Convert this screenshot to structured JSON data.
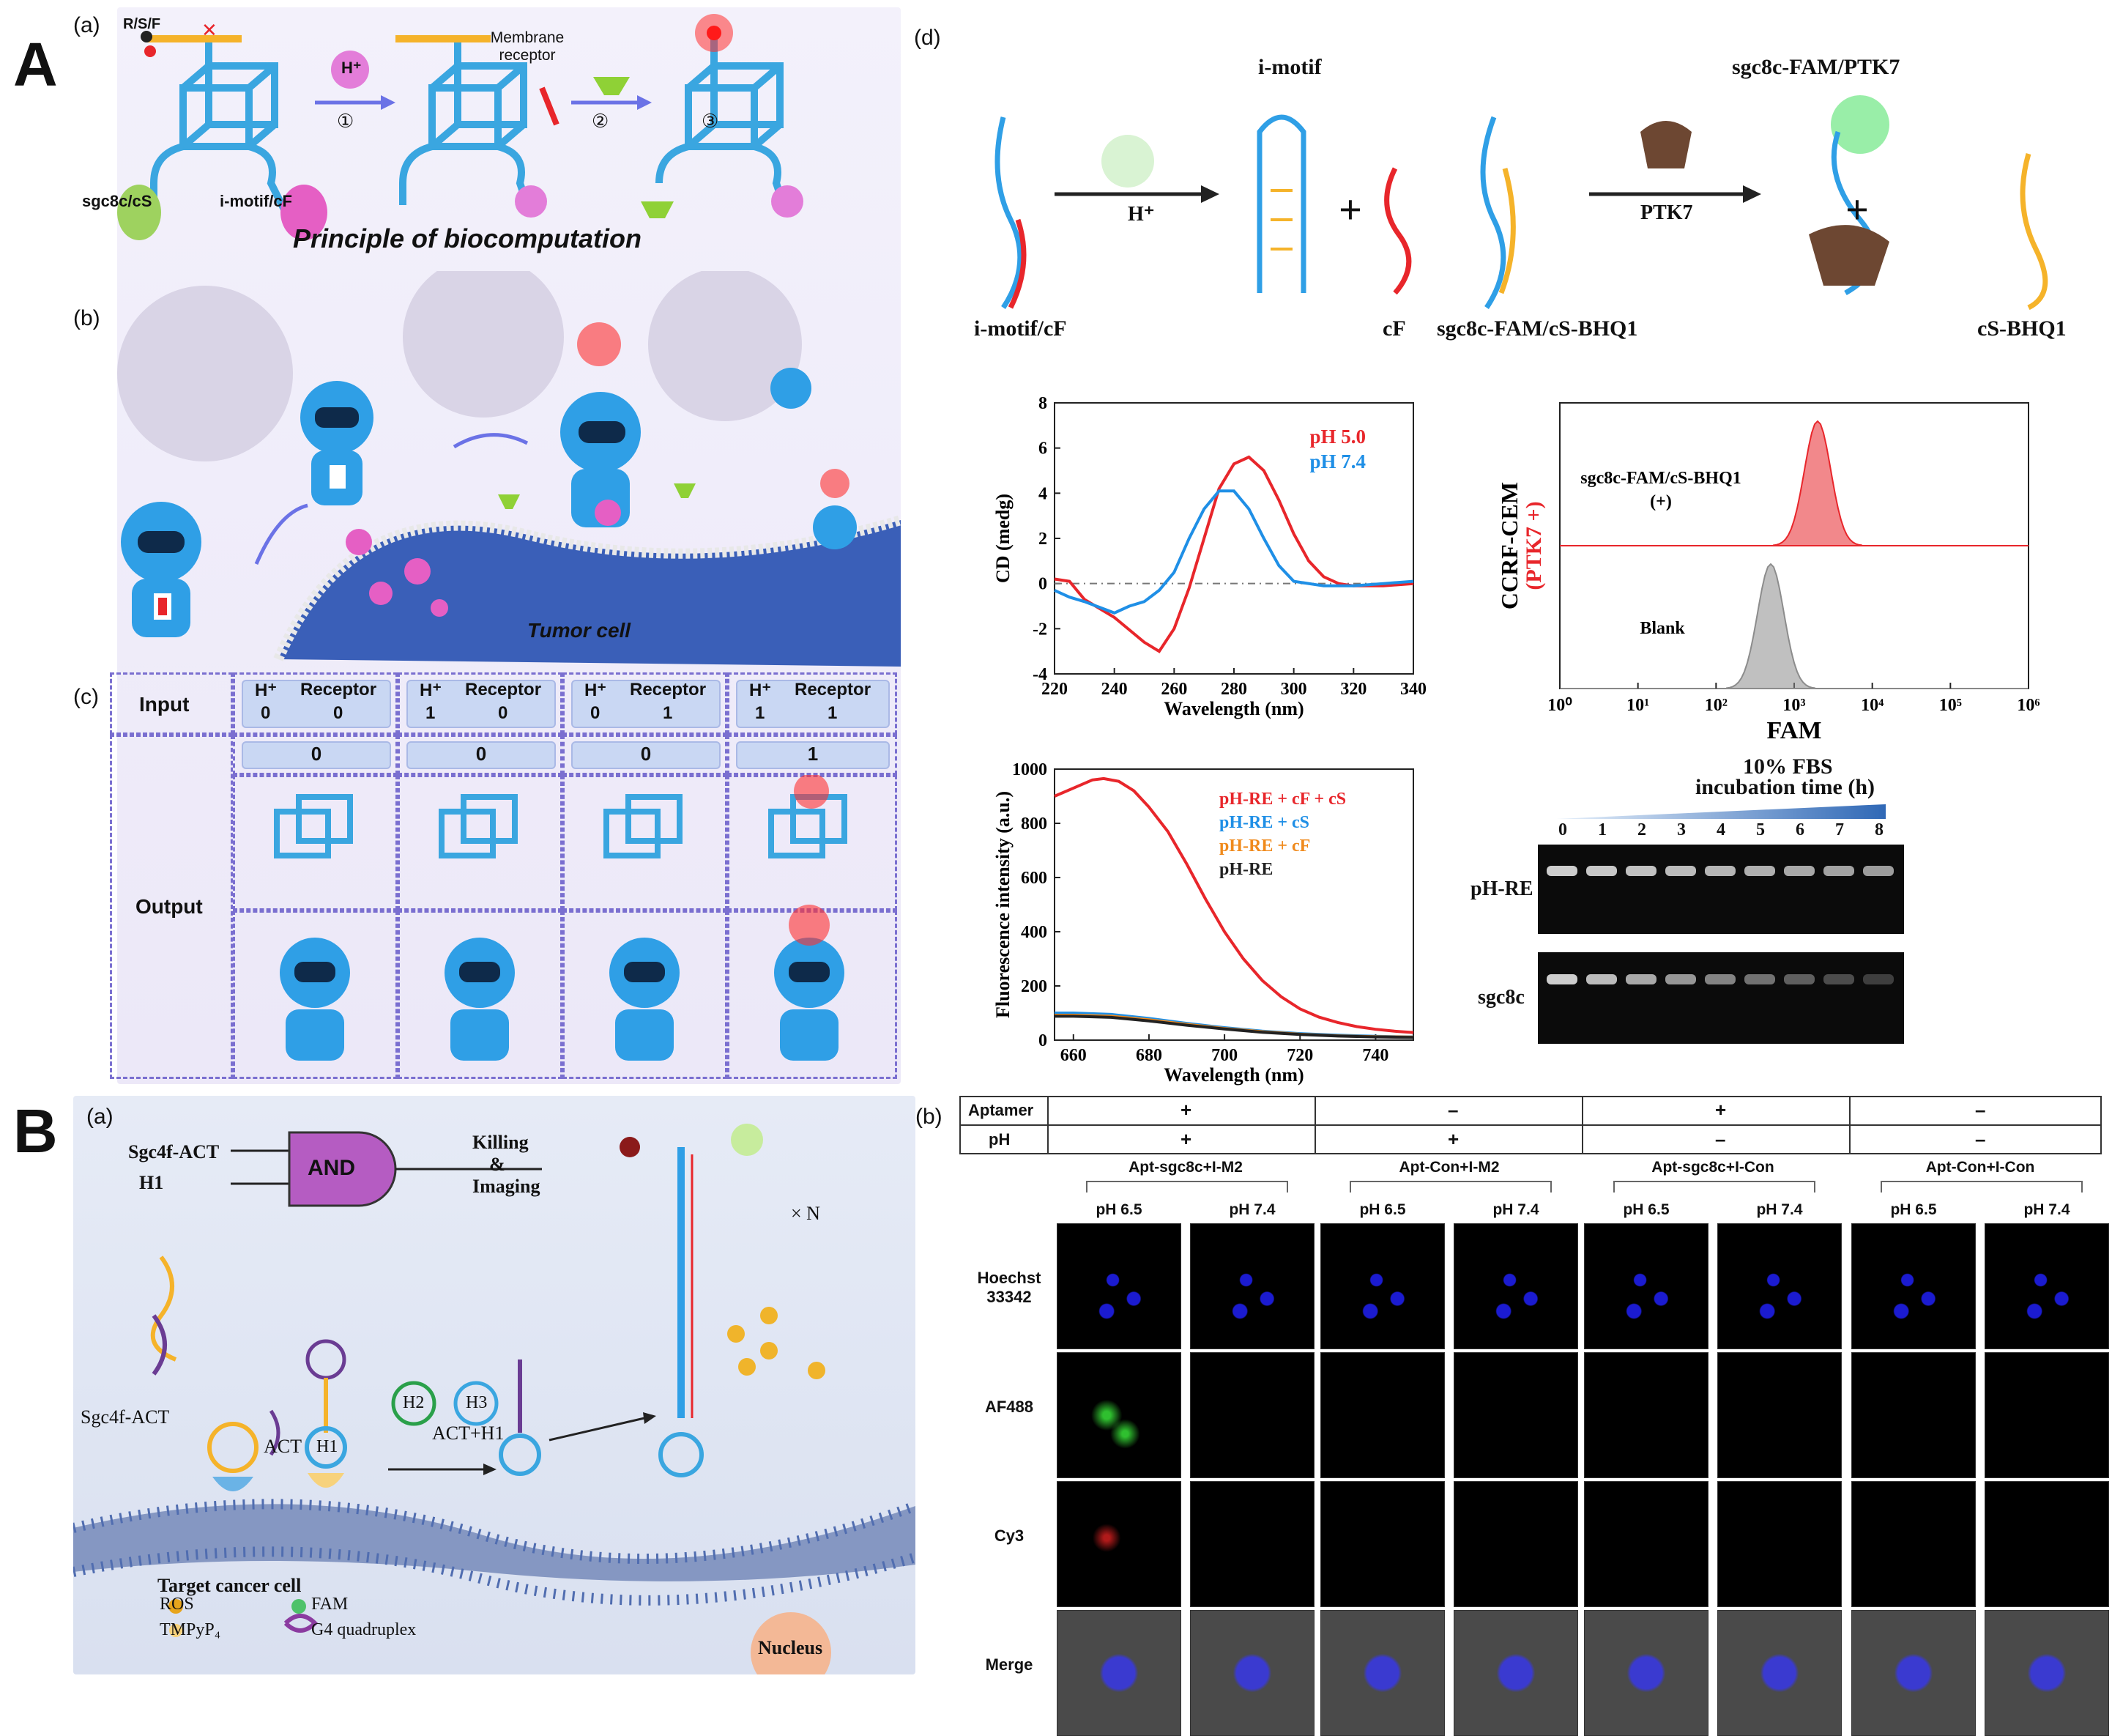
{
  "panel_labels": {
    "A": "A",
    "B": "B"
  },
  "sub_labels": {
    "a": "(a)",
    "b": "(b)",
    "c": "(c)",
    "d": "(d)"
  },
  "A_a": {
    "rsf": "R/S/F",
    "membrane_receptor": "Membrane receptor",
    "hplus": "H⁺",
    "step1": "①",
    "step2": "②",
    "step3": "③",
    "left_label": "sgc8c/cS",
    "right_label": "i-motif/cF",
    "principle": "Principle of biocomputation"
  },
  "A_b": {
    "tumor_cell": "Tumor cell"
  },
  "A_c": {
    "input_label": "Input",
    "output_label": "Output",
    "columns": [
      {
        "h": "0",
        "r": "0",
        "out": "0"
      },
      {
        "h": "1",
        "r": "0",
        "out": "0"
      },
      {
        "h": "0",
        "r": "1",
        "out": "0"
      },
      {
        "h": "1",
        "r": "1",
        "out": "1"
      }
    ],
    "h_head": "H⁺",
    "r_head": "Receptor"
  },
  "A_d": {
    "imotif_title": "i-motif",
    "ptk7_title": "sgc8c-FAM/PTK7",
    "h_arrow": "H⁺",
    "ptk7_arrow": "PTK7",
    "lbl_imotif_cf": "i-motif/cF",
    "lbl_cf": "cF",
    "lbl_sgc8c": "sgc8c-FAM/cS-BHQ1",
    "lbl_csbhq1": "cS-BHQ1",
    "plus": "+"
  },
  "chart_data": [
    {
      "type": "line",
      "id": "cd_spectrum",
      "xlabel": "Wavelength (nm)",
      "ylabel": "CD (medg)",
      "xlim": [
        220,
        340
      ],
      "ylim": [
        -4,
        8
      ],
      "xticks": [
        "220",
        "240",
        "260",
        "280",
        "300",
        "320",
        "340"
      ],
      "yticks": [
        "-4",
        "-2",
        "0",
        "2",
        "4",
        "6",
        "8"
      ],
      "legend_placement": "top-right",
      "series": [
        {
          "name": "pH 5.0",
          "color": "#e8262b",
          "x": [
            220,
            225,
            230,
            240,
            250,
            255,
            260,
            265,
            270,
            275,
            280,
            285,
            290,
            295,
            300,
            305,
            310,
            315,
            320,
            330,
            340
          ],
          "y": [
            0.2,
            0.1,
            -0.7,
            -1.5,
            -2.6,
            -3.0,
            -2.0,
            -0.2,
            2.0,
            4.2,
            5.3,
            5.6,
            5.0,
            3.7,
            2.2,
            1.0,
            0.3,
            0.0,
            -0.1,
            -0.1,
            0.0
          ]
        },
        {
          "name": "pH 7.4",
          "color": "#1f8fe6",
          "x": [
            220,
            225,
            230,
            240,
            245,
            250,
            255,
            260,
            265,
            270,
            275,
            280,
            285,
            290,
            295,
            300,
            310,
            320,
            330,
            340
          ],
          "y": [
            -0.3,
            -0.6,
            -0.8,
            -1.3,
            -1.0,
            -0.8,
            -0.3,
            0.5,
            2.0,
            3.3,
            4.1,
            4.1,
            3.3,
            2.0,
            0.8,
            0.1,
            -0.1,
            -0.1,
            0.0,
            0.1
          ]
        }
      ]
    },
    {
      "type": "area",
      "id": "flow_cytometry",
      "xlabel": "FAM",
      "ylabel": "CCRF-CEM",
      "ylabel2": "(PTK7 +)",
      "xticks": [
        "10⁰",
        "10¹",
        "10²",
        "10³",
        "10⁴",
        "10⁵",
        "10⁶"
      ],
      "series": [
        {
          "name": "sgc8c-FAM/cS-BHQ1",
          "name2": "(+)",
          "color": "#e8262b",
          "peak_log": 3.3
        },
        {
          "name": "Blank",
          "color": "#8c8c8c",
          "peak_log": 2.7
        }
      ]
    },
    {
      "type": "line",
      "id": "fluorescence",
      "xlabel": "Wavelength (nm)",
      "ylabel": "Fluorescence intensity (a.u.)",
      "xlim": [
        655,
        750
      ],
      "ylim": [
        0,
        1000
      ],
      "xticks": [
        "660",
        "680",
        "700",
        "720",
        "740"
      ],
      "yticks": [
        "0",
        "200",
        "400",
        "600",
        "800",
        "1000"
      ],
      "legend_placement": "top-right",
      "series": [
        {
          "name": "pH-RE + cF + cS",
          "color": "#e8262b",
          "x": [
            655,
            660,
            665,
            668,
            672,
            676,
            680,
            685,
            690,
            695,
            700,
            705,
            710,
            715,
            720,
            725,
            730,
            735,
            740,
            745,
            750
          ],
          "y": [
            900,
            930,
            960,
            965,
            955,
            920,
            860,
            770,
            650,
            520,
            400,
            300,
            220,
            160,
            115,
            85,
            65,
            50,
            40,
            33,
            28
          ]
        },
        {
          "name": "pH-RE + cS",
          "color": "#1f8fe6",
          "x": [
            655,
            660,
            670,
            680,
            690,
            700,
            710,
            720,
            730,
            740,
            750
          ],
          "y": [
            100,
            100,
            95,
            80,
            62,
            46,
            33,
            24,
            18,
            14,
            12
          ]
        },
        {
          "name": "pH-RE + cF",
          "color": "#f08a1c",
          "x": [
            655,
            660,
            670,
            680,
            690,
            700,
            710,
            720,
            730,
            740,
            750
          ],
          "y": [
            92,
            92,
            88,
            75,
            58,
            43,
            31,
            22,
            16,
            13,
            11
          ]
        },
        {
          "name": "pH-RE",
          "color": "#222222",
          "x": [
            655,
            660,
            670,
            680,
            690,
            700,
            710,
            720,
            730,
            740,
            750
          ],
          "y": [
            88,
            88,
            84,
            71,
            55,
            41,
            29,
            21,
            15,
            12,
            10
          ]
        }
      ]
    }
  ],
  "gel": {
    "title1": "10% FBS",
    "title2": "incubation time (h)",
    "lanes": [
      "0",
      "1",
      "2",
      "3",
      "4",
      "5",
      "6",
      "7",
      "8"
    ],
    "rows": [
      "pH-RE",
      "sgc8c"
    ]
  },
  "B_a": {
    "gate": "AND",
    "in1": "Sgc4f-ACT",
    "in2": "H1",
    "out1": "Killing",
    "out2": "&",
    "out3": "Imaging",
    "sgc4f": "Sgc4f-ACT",
    "act": "ACT",
    "h1": "H1",
    "act_h1": "ACT+H1",
    "h2": "H2",
    "h3": "H3",
    "xn": "× N",
    "target": "Target cancer cell",
    "leg_ros": "ROS",
    "leg_fam": "FAM",
    "leg_tmpyp4": "TMPyP₄",
    "leg_g4": "G4 quadruplex",
    "nucleus": "Nucleus"
  },
  "B_b": {
    "table_rows": [
      {
        "label": "Aptamer",
        "vals": [
          "+",
          "–",
          "+",
          "–"
        ]
      },
      {
        "label": "pH",
        "vals": [
          "+",
          "+",
          "–",
          "–"
        ]
      }
    ],
    "groups": [
      "Apt-sgc8c+I-M2",
      "Apt-Con+I-M2",
      "Apt-sgc8c+I-Con",
      "Apt-Con+I-Con"
    ],
    "ph_labels": [
      "pH 6.5",
      "pH 7.4"
    ],
    "rows": [
      "Hoechst 33342",
      "AF488",
      "Cy3",
      "Merge"
    ]
  }
}
